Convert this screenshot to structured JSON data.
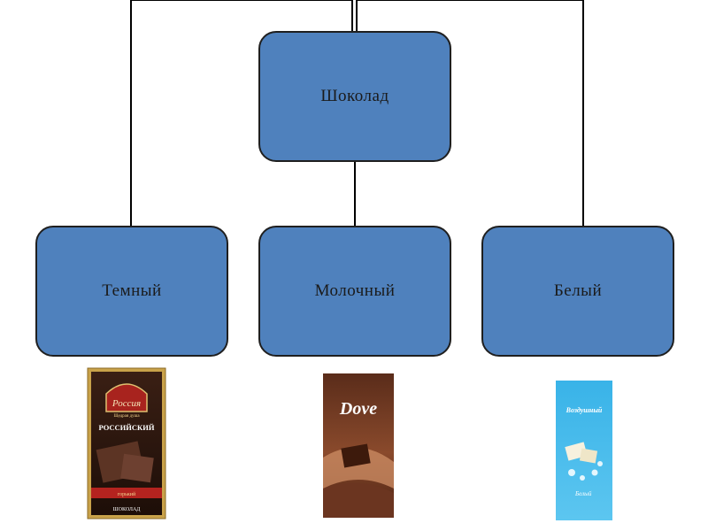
{
  "diagram": {
    "root": {
      "label": "Шоколад"
    },
    "children": [
      {
        "label": "Темный",
        "product": {
          "brand": "Россия",
          "subtitle": "Щедрая душа",
          "name": "РОССИЙСКИЙ",
          "band": "горький",
          "footer": "ШОКОЛАД"
        }
      },
      {
        "label": "Молочный",
        "product": {
          "brand": "Dove"
        }
      },
      {
        "label": "Белый",
        "product": {
          "brand": "Воздушный",
          "flavor": "Белый"
        }
      }
    ]
  },
  "colors": {
    "box_fill": "#4f81bd",
    "box_border": "#1f1f1f",
    "connector": "#000000"
  }
}
